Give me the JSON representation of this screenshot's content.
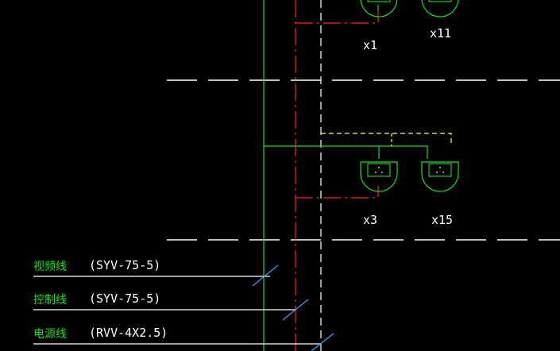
{
  "cameras": [
    {
      "label": "x1"
    },
    {
      "label": "x11"
    },
    {
      "label": "x3"
    },
    {
      "label": "x15"
    }
  ],
  "legend": [
    {
      "name": "视频线",
      "spec": "(SYV-75-5)",
      "line_type": "video"
    },
    {
      "name": "控制线",
      "spec": "(SYV-75-5)",
      "line_type": "control"
    },
    {
      "name": "电源线",
      "spec": "(RVV-4X2.5)",
      "line_type": "power"
    }
  ],
  "colors": {
    "background": "#000000",
    "video_line": "#19e119",
    "control_line": "#ff2020",
    "power_line": "#ffffff",
    "camera_symbol": "#19e119",
    "label_text": "#ffffff",
    "legend_name_text": "#19e119",
    "grid_line": "#ffffff",
    "tray_highlight": "#ffff66"
  }
}
